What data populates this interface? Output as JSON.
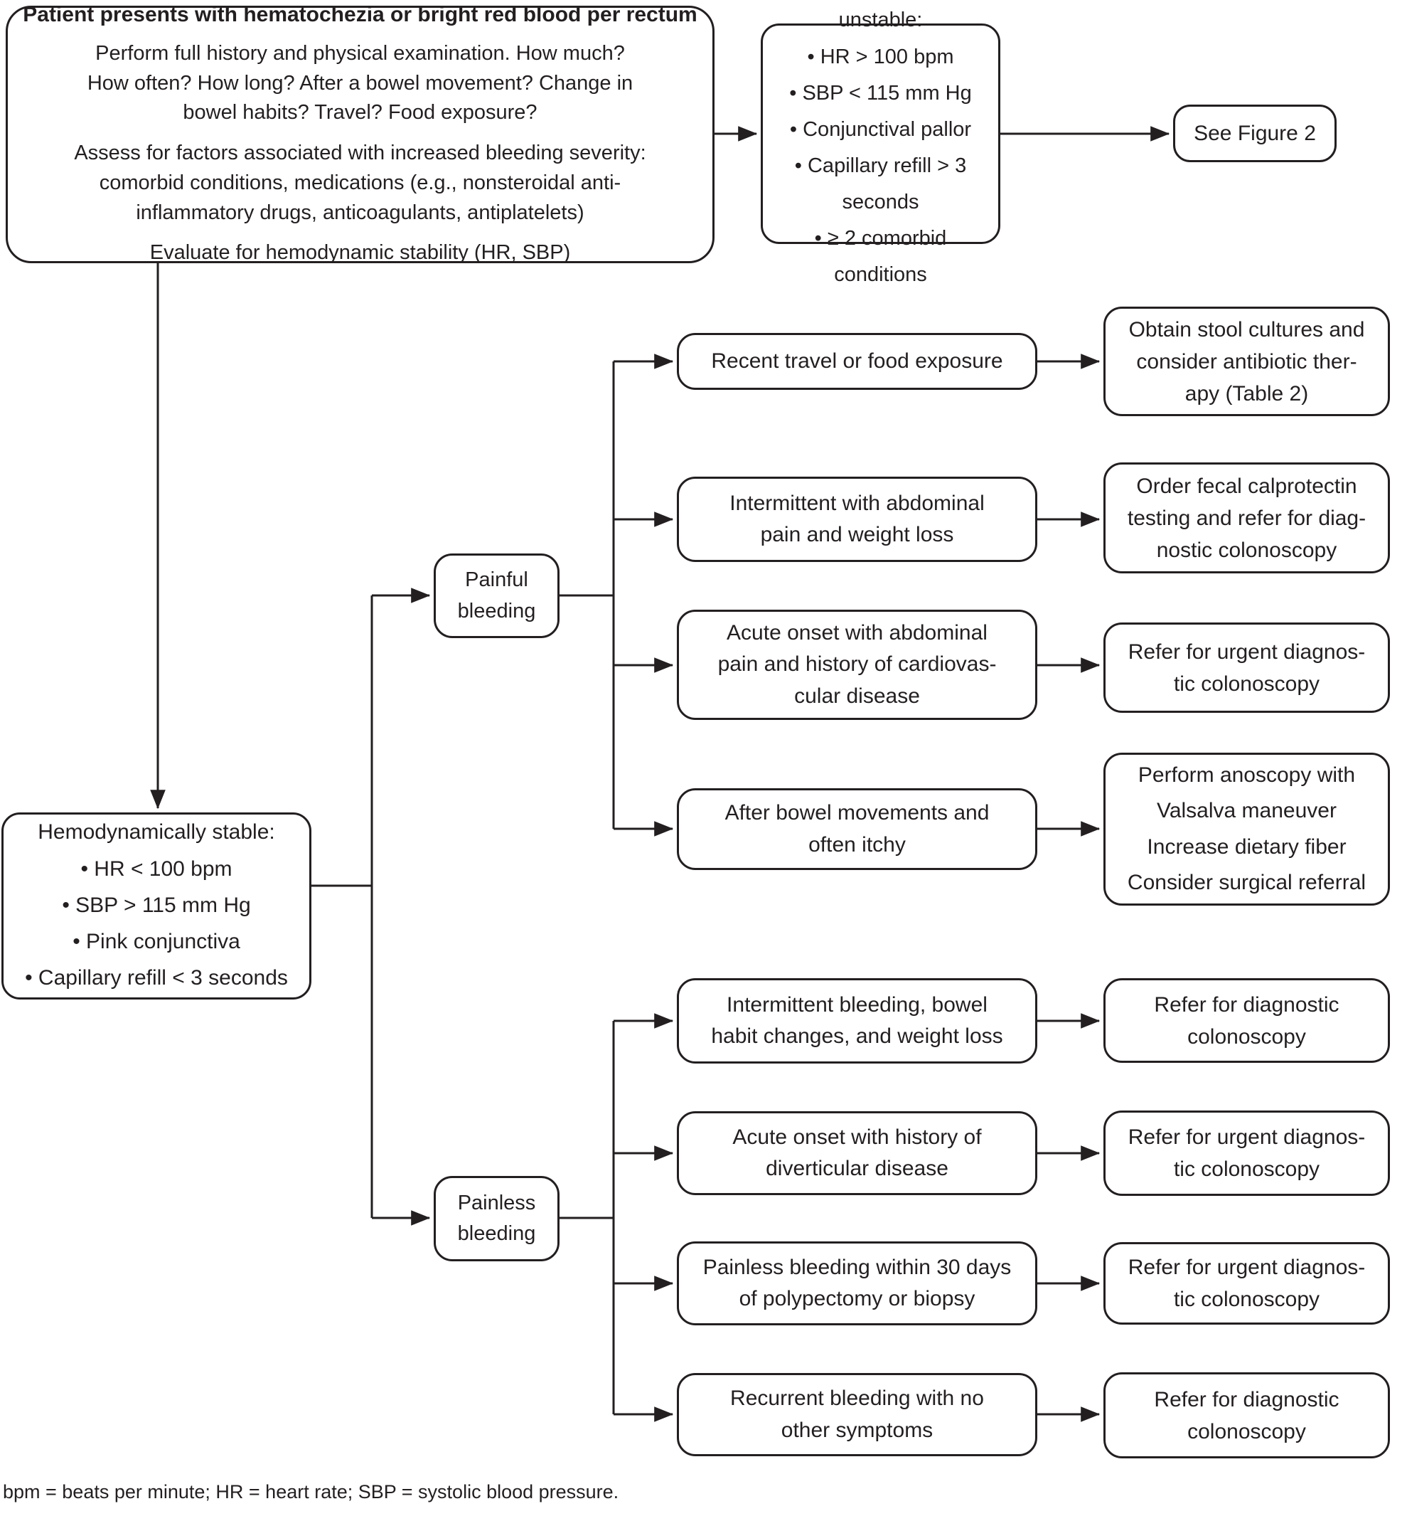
{
  "figure": {
    "start": {
      "title": "Patient presents with hematochezia or bright red blood per rectum",
      "para1": "Perform full history and physical examination. How much?\nHow often? How long? After a bowel movement? Change in\nbowel habits? Travel? Food exposure?",
      "para2": "Assess for factors associated with increased bleeding severity:\ncomorbid conditions, medications (e.g., nonsteroidal anti-\ninflammatory drugs, anticoagulants, antiplatelets)",
      "para3": "Evaluate for hemodynamic stability (HR, SBP)"
    },
    "unstable": {
      "title": "Hemodynamically unstable:",
      "bullets": "• HR > 100 bpm\n• SBP < 115 mm Hg\n• Conjunctival pallor\n• Capillary refill > 3 seconds\n• ≥ 2 comorbid conditions"
    },
    "see_figure": "See Figure 2",
    "stable": {
      "title": "Hemodynamically stable:",
      "bullets": "• HR < 100 bpm\n• SBP > 115 mm Hg\n• Pink conjunctiva\n• Capillary refill < 3 seconds"
    },
    "painful_node": "Painful\nbleeding",
    "painless_node": "Painless\nbleeding",
    "painful_branches": [
      {
        "symptom": "Recent travel or food exposure",
        "outcome": "Obtain stool cultures and\nconsider antibiotic ther-\napy (Table 2)"
      },
      {
        "symptom": "Intermittent with abdominal\npain and weight loss",
        "outcome": "Order fecal calprotectin\ntesting and refer for diag-\nnostic colonoscopy"
      },
      {
        "symptom": "Acute onset with abdominal\npain and history of cardiovas-\ncular disease",
        "outcome": "Refer for urgent diagnos-\ntic colonoscopy"
      },
      {
        "symptom": "After bowel movements and\noften itchy",
        "outcome": "Perform anoscopy with\nValsalva maneuver\nIncrease dietary fiber\nConsider surgical referral"
      }
    ],
    "painless_branches": [
      {
        "symptom": "Intermittent bleeding, bowel\nhabit changes, and weight loss",
        "outcome": "Refer for diagnostic\ncolonoscopy"
      },
      {
        "symptom": "Acute onset with history of\ndiverticular disease",
        "outcome": "Refer for urgent diagnos-\ntic colonoscopy"
      },
      {
        "symptom": "Painless bleeding within 30 days\nof polypectomy or biopsy",
        "outcome": "Refer for urgent diagnos-\ntic colonoscopy"
      },
      {
        "symptom": "Recurrent bleeding with no\nother symptoms",
        "outcome": "Refer for diagnostic\ncolonoscopy"
      }
    ],
    "footnote": "bpm = beats per minute; HR = heart rate; SBP = systolic blood pressure.",
    "line_color": "#231f20"
  }
}
